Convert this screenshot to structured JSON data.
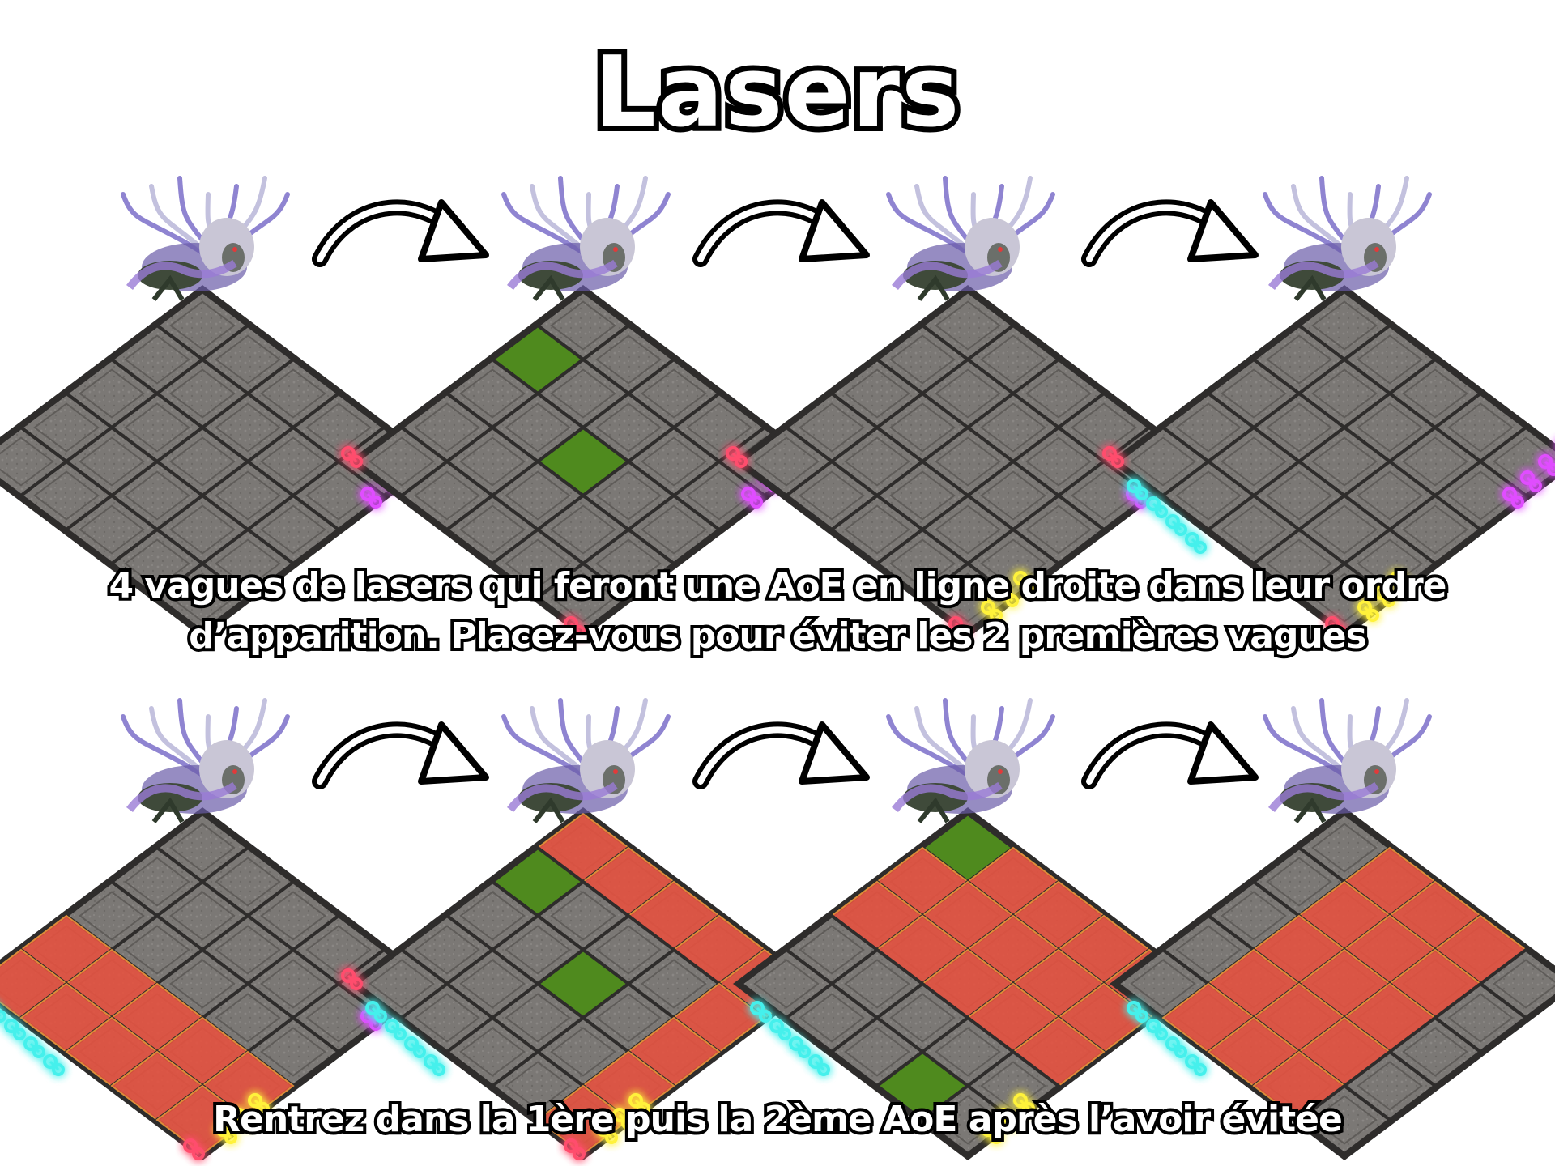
{
  "title": "Lasers",
  "captions": {
    "top_line1": "4 vagues de lasers qui feront une AoE en ligne droite dans leur ordre",
    "top_line2": "d’apparition. Placez-vous pour éviter les 2 premières vagues",
    "bottom": "Rentrez dans la 1ère puis la 2ème AoE après l’avoir évitée"
  },
  "colors": {
    "tile": "#7b7875",
    "tile_line": "#2e2c2b",
    "safe": "#4f8a1e",
    "aoe": "#e8513f",
    "laser_red": "#ff4d6d",
    "laser_magenta": "#e04dff",
    "laser_cyan": "#45f0ec",
    "laser_yellow": "#fff23a"
  },
  "boss_icon": "spectral-boss-icon",
  "arrow_icon": "curved-arrow-icon",
  "rows": [
    {
      "name": "setup",
      "steps": [
        {
          "lasers": [
            "magenta"
          ],
          "safe": [],
          "aoe": []
        },
        {
          "lasers": [
            "magenta",
            "red"
          ],
          "safe": [
            [
              1,
              0
            ],
            [
              2,
              2
            ]
          ],
          "aoe": []
        },
        {
          "lasers": [
            "magenta",
            "red",
            "yellow"
          ],
          "safe": [],
          "aoe": []
        },
        {
          "lasers": [
            "magenta",
            "red",
            "yellow",
            "cyan"
          ],
          "safe": [],
          "aoe": []
        }
      ]
    },
    {
      "name": "resolution",
      "steps": [
        {
          "lasers": [
            "magenta",
            "red",
            "yellow",
            "cyan"
          ],
          "safe": [],
          "aoe": [
            [
              3,
              0
            ],
            [
              3,
              1
            ],
            [
              3,
              2
            ],
            [
              3,
              3
            ],
            [
              3,
              4
            ],
            [
              4,
              0
            ],
            [
              4,
              1
            ],
            [
              4,
              2
            ],
            [
              4,
              3
            ],
            [
              4,
              4
            ]
          ]
        },
        {
          "lasers": [
            "red",
            "yellow",
            "cyan"
          ],
          "safe": [
            [
              1,
              0
            ],
            [
              2,
              2
            ]
          ],
          "aoe": [
            [
              0,
              0
            ],
            [
              0,
              1
            ],
            [
              0,
              2
            ],
            [
              0,
              3
            ],
            [
              0,
              4
            ],
            [
              0,
              4
            ],
            [
              1,
              4
            ],
            [
              2,
              4
            ],
            [
              3,
              4
            ],
            [
              4,
              4
            ]
          ]
        },
        {
          "lasers": [
            "yellow",
            "cyan"
          ],
          "safe": [
            [
              0,
              0
            ],
            [
              4,
              3
            ]
          ],
          "aoe": [
            [
              1,
              0
            ],
            [
              1,
              1
            ],
            [
              1,
              2
            ],
            [
              1,
              3
            ],
            [
              1,
              4
            ],
            [
              0,
              1
            ],
            [
              0,
              2
            ],
            [
              0,
              3
            ],
            [
              0,
              4
            ],
            [
              2,
              0
            ],
            [
              2,
              1
            ],
            [
              2,
              2
            ],
            [
              2,
              3
            ],
            [
              2,
              4
            ]
          ]
        },
        {
          "lasers": [
            "cyan"
          ],
          "safe": [],
          "aoe": [
            [
              0,
              1
            ],
            [
              1,
              1
            ],
            [
              2,
              1
            ],
            [
              3,
              1
            ],
            [
              4,
              1
            ],
            [
              0,
              2
            ],
            [
              1,
              2
            ],
            [
              2,
              2
            ],
            [
              3,
              2
            ],
            [
              4,
              2
            ],
            [
              0,
              3
            ],
            [
              1,
              3
            ],
            [
              2,
              3
            ],
            [
              3,
              3
            ],
            [
              4,
              3
            ]
          ]
        }
      ]
    }
  ]
}
